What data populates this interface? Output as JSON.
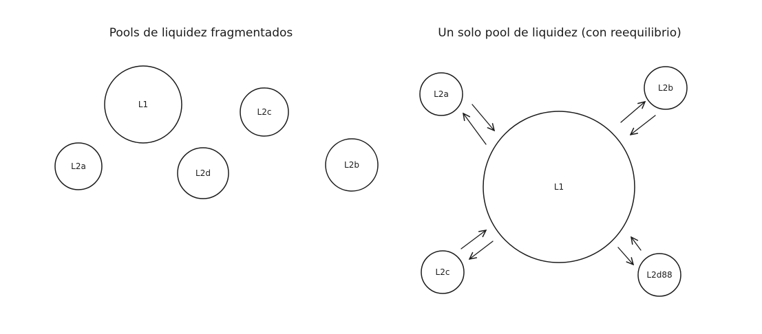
{
  "left": {
    "title": "Pools de liquidez fragmentados",
    "nodes": {
      "l1": "L1",
      "l2a": "L2a",
      "l2b": "L2b",
      "l2c": "L2c",
      "l2d": "L2d"
    }
  },
  "right": {
    "title": "Un solo pool de liquidez (con reequilibrio)",
    "nodes": {
      "l1": "L1",
      "l2a": "L2a",
      "l2b": "L2b",
      "l2c": "L2c",
      "l2d": "L2d88"
    }
  },
  "colors": {
    "ink": "#1a1a1a",
    "background": "#ffffff"
  }
}
